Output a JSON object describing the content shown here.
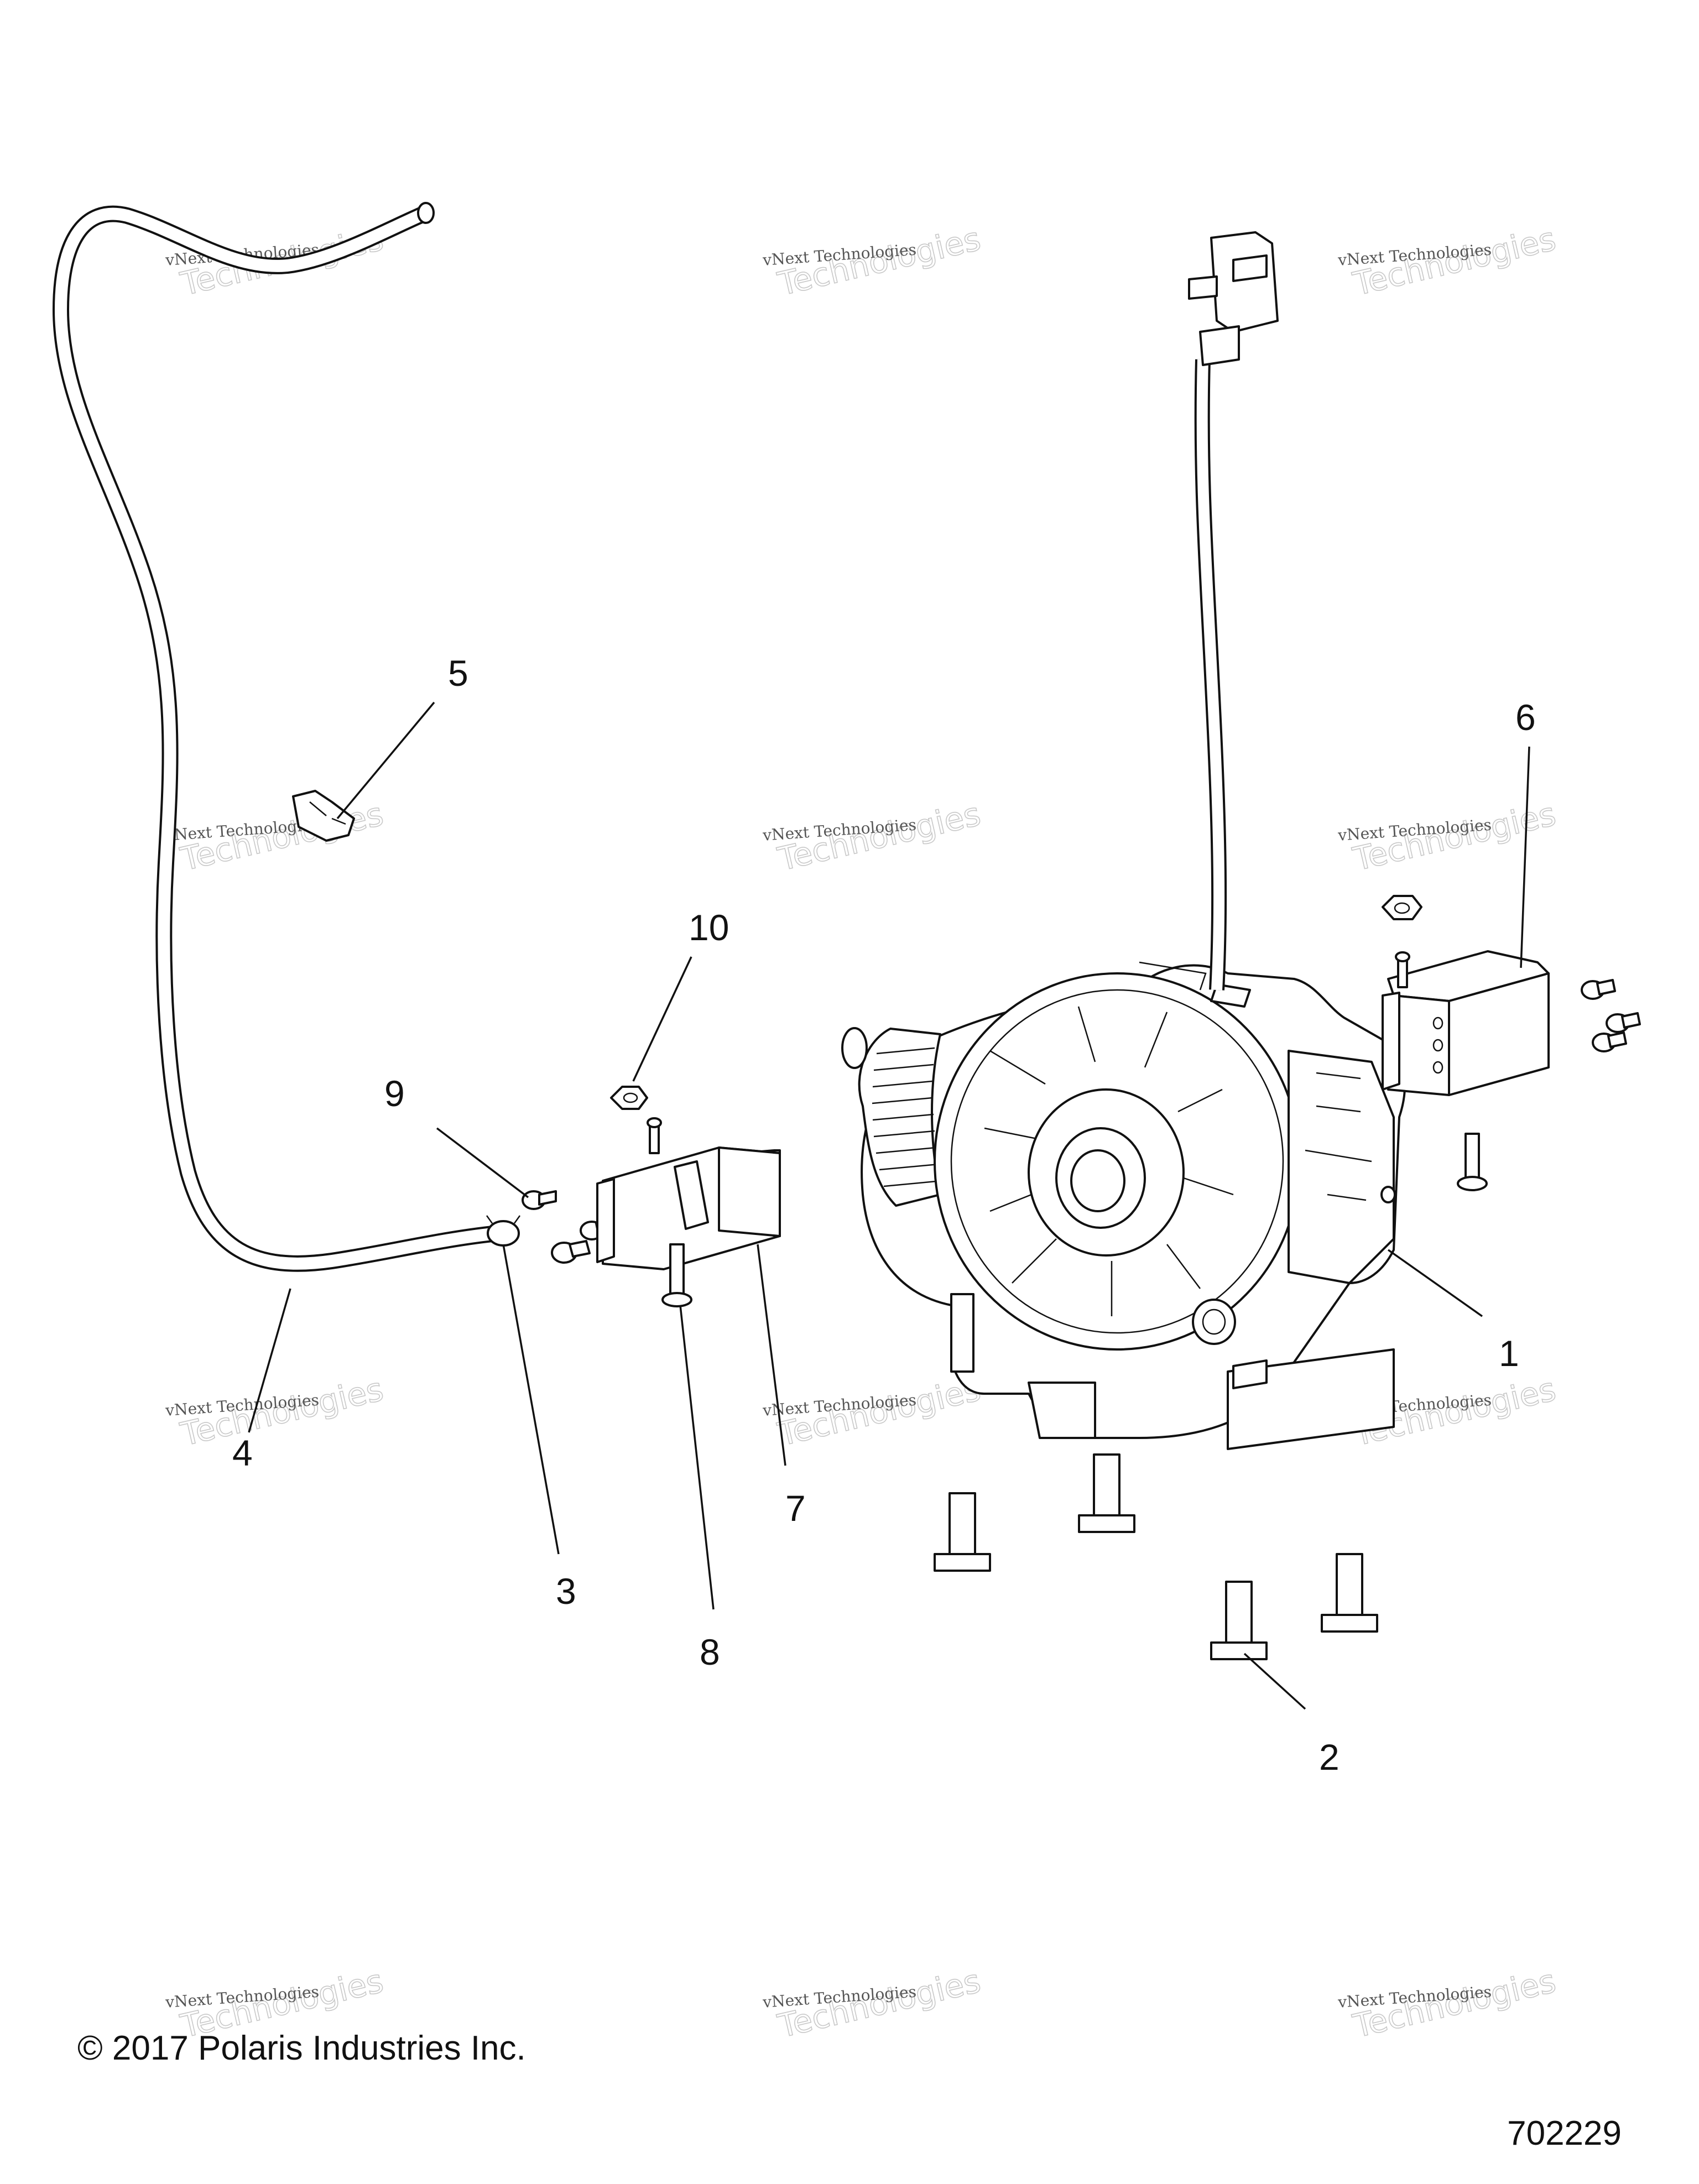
{
  "watermark": {
    "line1": "vNext Technologies",
    "line2": "Technologies",
    "overlay": "vNext"
  },
  "callouts": [
    {
      "id": "1",
      "label": "1"
    },
    {
      "id": "2",
      "label": "2"
    },
    {
      "id": "3",
      "label": "3"
    },
    {
      "id": "4",
      "label": "4"
    },
    {
      "id": "5",
      "label": "5"
    },
    {
      "id": "6",
      "label": "6"
    },
    {
      "id": "7",
      "label": "7"
    },
    {
      "id": "8",
      "label": "8"
    },
    {
      "id": "9",
      "label": "9"
    },
    {
      "id": "10",
      "label": "10"
    }
  ],
  "footer": {
    "copyright": "© 2017 Polaris Industries Inc.",
    "drawing_number": "702229"
  }
}
